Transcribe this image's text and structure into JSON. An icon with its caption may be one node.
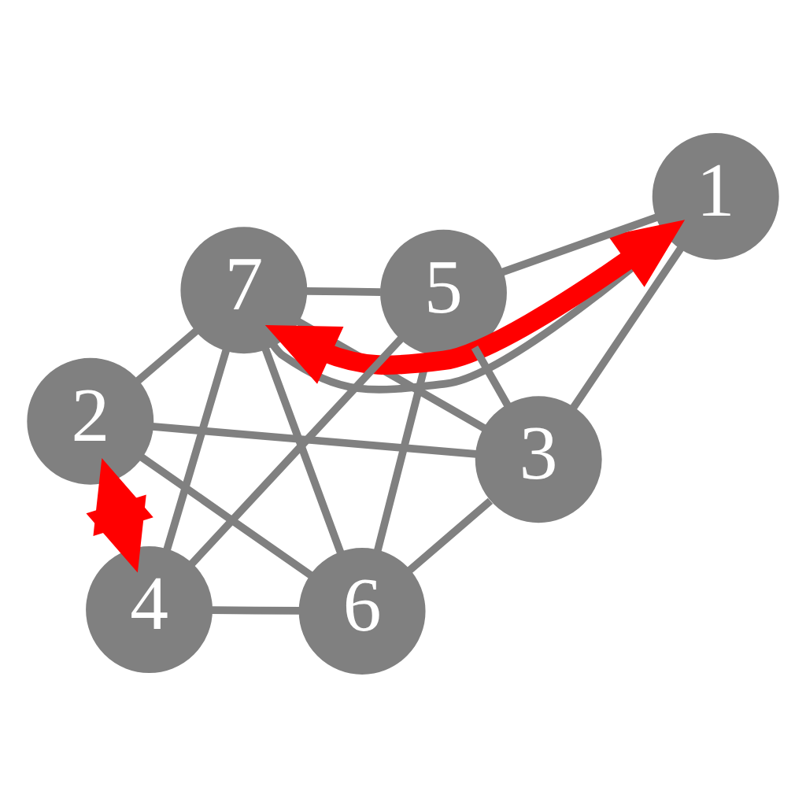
{
  "diagram": {
    "nodes": [
      {
        "text": [
          "2"
        ]
      },
      {
        "text": [
          "3"
        ]
      },
      {
        "text": [
          "6"
        ]
      },
      {
        "text": [
          "7"
        ]
      },
      {
        "text": [
          "1"
        ]
      },
      {
        "text": [
          "5"
        ]
      },
      {
        "text": [
          "4"
        ]
      }
    ],
    "edges": [
      {
        "from": 4,
        "to": 1,
        "arrow": "none"
      },
      {
        "from": 1,
        "to": 0,
        "arrow": "none"
      },
      {
        "from": 0,
        "to": 2,
        "arrow": "none"
      },
      {
        "from": 2,
        "to": 6,
        "arrow": "none"
      },
      {
        "from": 4,
        "to": 5,
        "arrow": "none"
      },
      {
        "from": 5,
        "to": 6,
        "arrow": "none"
      },
      {
        "from": 4,
        "to": 3,
        "arrow": "none"
      },
      {
        "from": 3,
        "to": 2,
        "arrow": "none"
      },
      {
        "from": 0,
        "to": 3,
        "arrow": "none"
      },
      {
        "from": 3,
        "to": 5,
        "arrow": "none"
      },
      {
        "from": 6,
        "to": 3,
        "arrow": "none"
      },
      {
        "from": 3,
        "to": 1,
        "arrow": "none"
      },
      {
        "from": 1,
        "to": 2,
        "arrow": "none"
      },
      {
        "from": 2,
        "to": 5,
        "arrow": "none"
      },
      {
        "from": 5,
        "to": 1,
        "arrow": "none"
      },
      {
        "from": 4,
        "to": 3,
        "arrow": "both",
        "style": "thick",
        "color": "#ff0000"
      },
      {
        "from": 0,
        "to": 6,
        "arrow": "both",
        "style": "thick",
        "color": "#ff0000"
      }
    ]
  }
}
